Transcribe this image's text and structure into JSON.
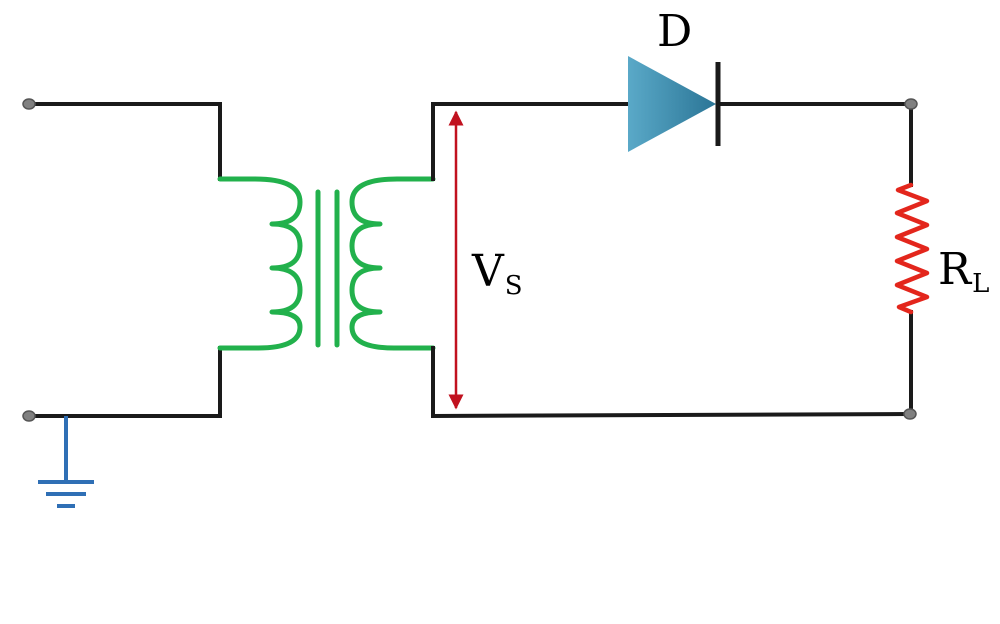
{
  "labels": {
    "diode": "D",
    "source_voltage": {
      "main": "V",
      "sub": "S"
    },
    "load_resistor": {
      "main": "R",
      "sub": "L"
    }
  },
  "colors": {
    "wire": "#1a1a1a",
    "transformer_coil": "#22b14c",
    "voltage_arrow": "#c1121f",
    "resistor": "#e3261c",
    "diode_fill": "#3d8fb0",
    "ground": "#2f6fb5",
    "terminal": "#808080"
  },
  "icons": {
    "diode": "diode-icon",
    "transformer": "transformer-icon",
    "resistor": "resistor-icon",
    "ground": "ground-icon"
  }
}
